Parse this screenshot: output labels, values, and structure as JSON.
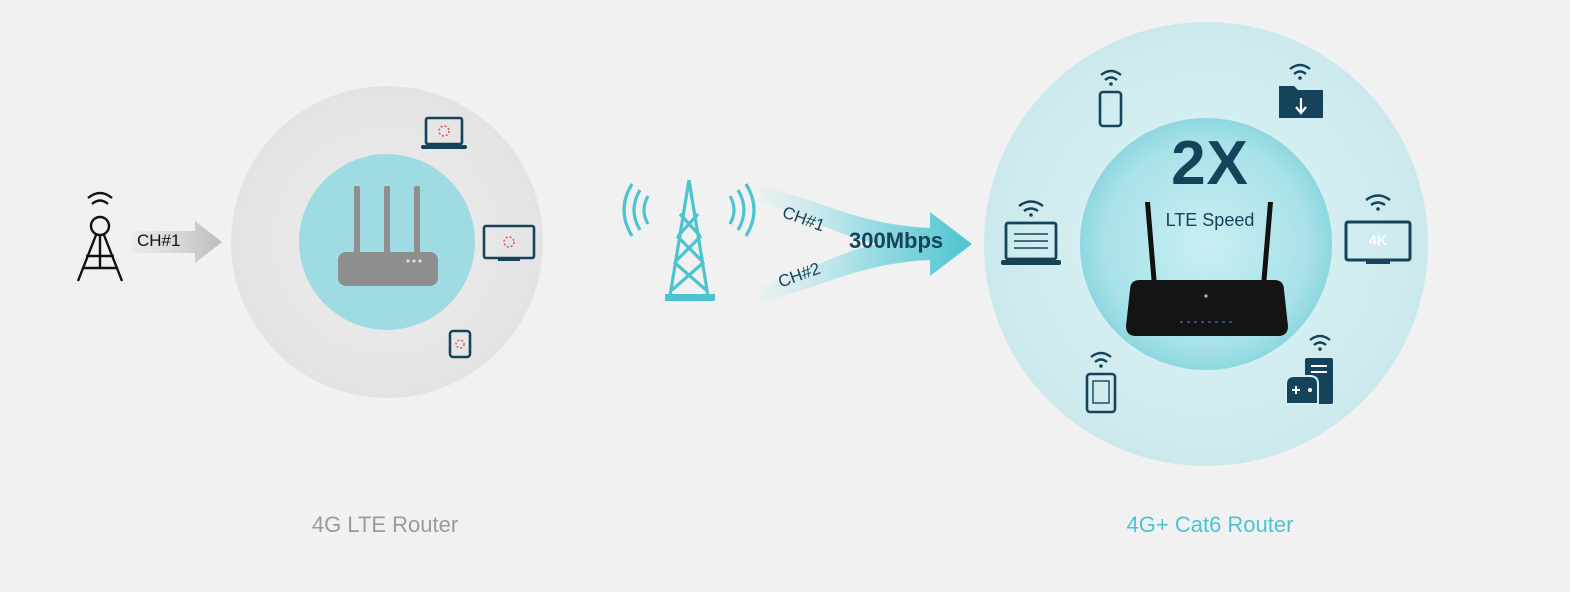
{
  "left_panel": {
    "caption": "4G LTE Router",
    "tower_channel_label": "CH#1"
  },
  "middle": {
    "channel_labels": [
      "CH#1",
      "CH#2"
    ],
    "speed_label": "300Mbps"
  },
  "right_panel": {
    "caption": "4G+ Cat6 Router",
    "multiplier": "2X",
    "multiplier_caption": "LTE Speed",
    "tv_badge": "4K"
  },
  "colors": {
    "background": "#f1f1f1",
    "accent_teal": "#4cc4d0",
    "dark_navy": "#15435a",
    "muted_gray": "#9a9a9a"
  }
}
